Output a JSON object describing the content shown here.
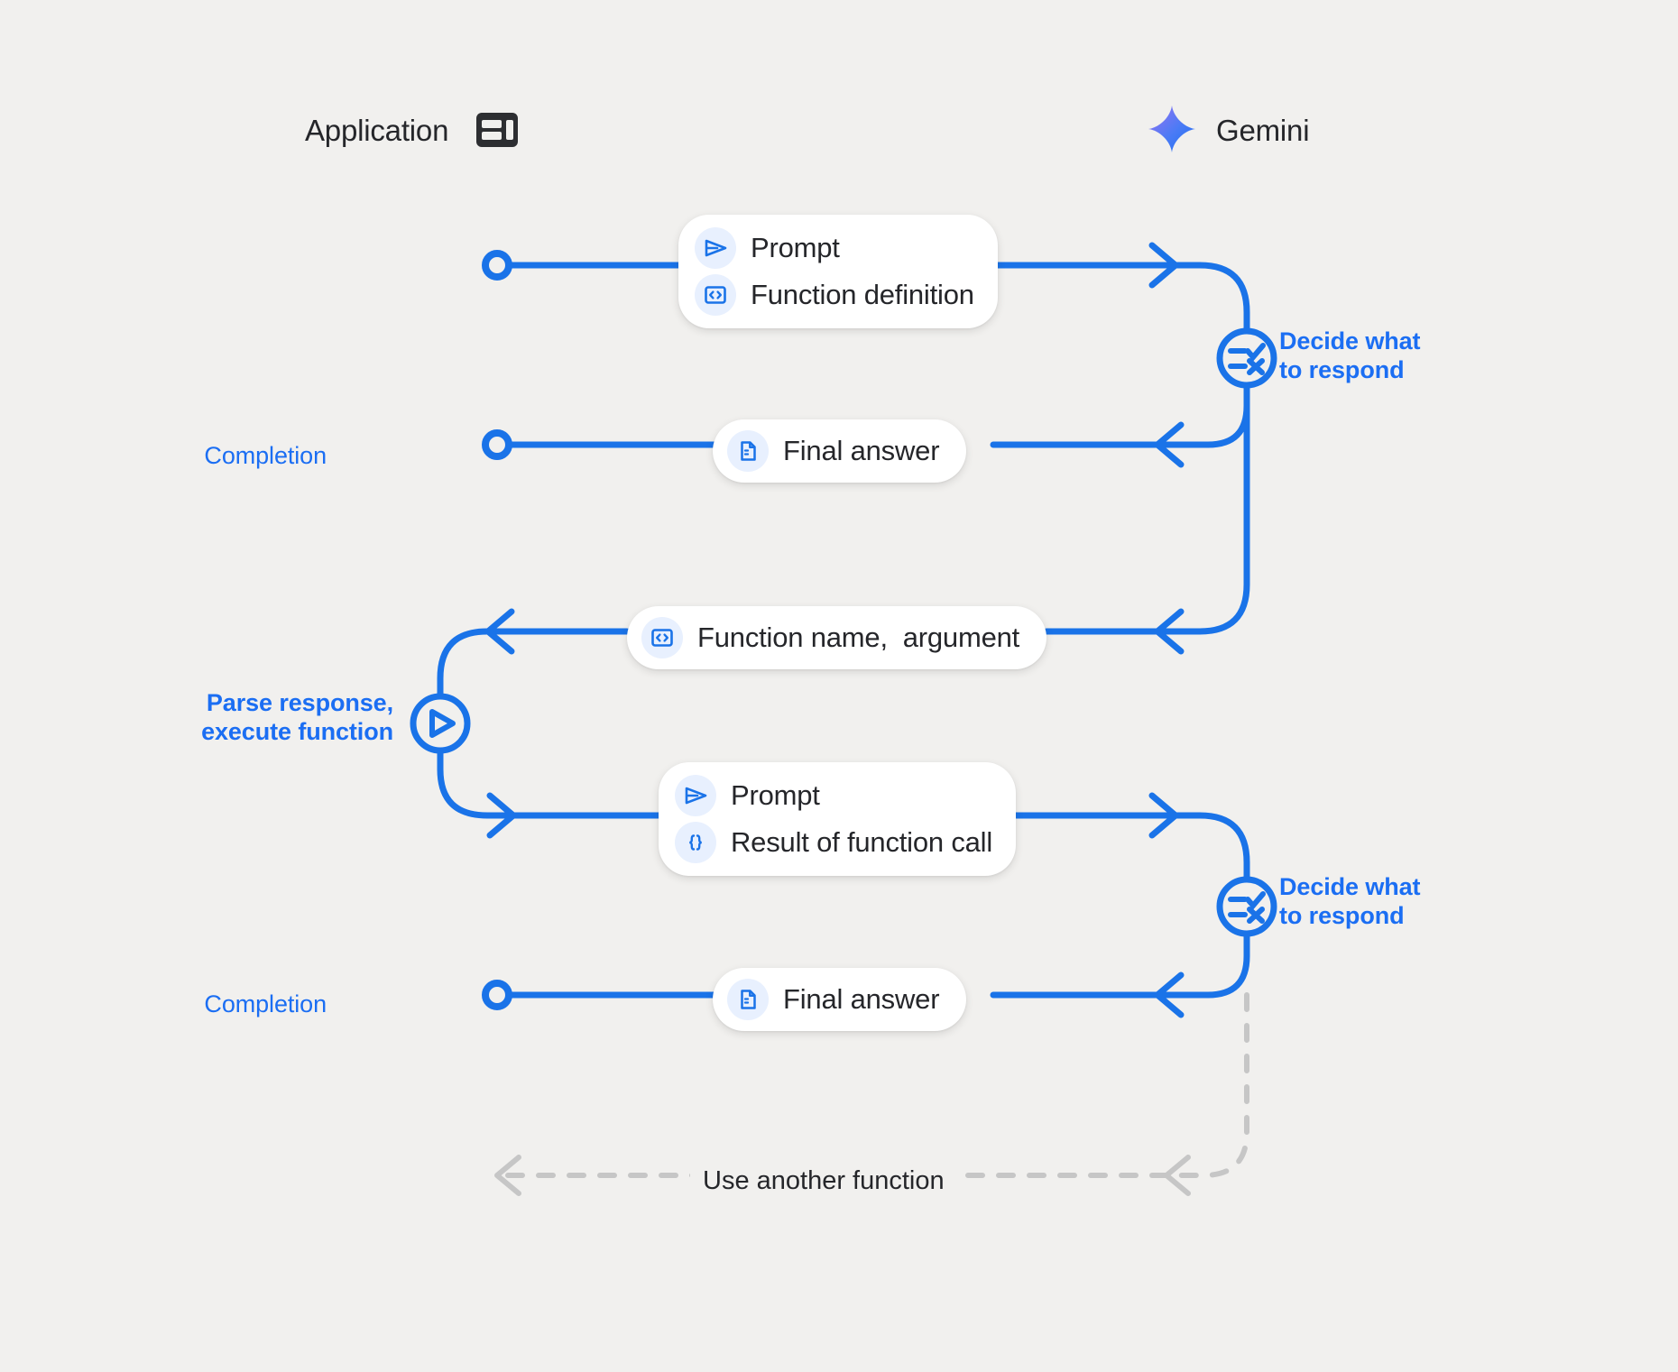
{
  "theme": {
    "background": "#f1f0ee",
    "accent_blue": "#1b6ef3",
    "line_blue": "#1a73e8",
    "lifeline_gray": "#c6c6c6",
    "text_dark": "#25262a",
    "icon_badge_bg": "#e8f0fe",
    "gemini_gradient_from": "#9b72f2",
    "gemini_gradient_to": "#1b6ef3"
  },
  "actors": {
    "left": {
      "label": "Application",
      "icon": "app-window-icon"
    },
    "right": {
      "label": "Gemini",
      "icon": "gemini-sparkle-icon"
    }
  },
  "messages": [
    {
      "id": "prompt-function-definition",
      "direction": "left-to-right",
      "rows": [
        {
          "icon": "send-arrow-icon",
          "text": "Prompt"
        },
        {
          "icon": "code-brackets-icon",
          "text": "Function definition"
        }
      ]
    },
    {
      "id": "final-answer-1",
      "direction": "right-to-left",
      "rows": [
        {
          "icon": "document-icon",
          "text": "Final answer"
        }
      ]
    },
    {
      "id": "function-name-argument",
      "direction": "right-to-left",
      "rows": [
        {
          "icon": "code-brackets-icon",
          "text": "Function name,  argument"
        }
      ]
    },
    {
      "id": "prompt-result-of-function-call",
      "direction": "left-to-right",
      "rows": [
        {
          "icon": "send-arrow-icon",
          "text": "Prompt"
        },
        {
          "icon": "curly-braces-icon",
          "text": "Result of function call"
        }
      ]
    },
    {
      "id": "final-answer-2",
      "direction": "right-to-left",
      "rows": [
        {
          "icon": "document-icon",
          "text": "Final answer"
        }
      ]
    }
  ],
  "annotations": {
    "decide_1": "Decide what\nto respond",
    "decide_2": "Decide what\nto respond",
    "parse": "Parse response,\nexecute function",
    "completion_1": "Completion",
    "completion_2": "Completion",
    "loop": "Use another function"
  },
  "nodes": [
    {
      "id": "decision-1",
      "icon": "decision-check-x-icon",
      "label": "Decide what to respond"
    },
    {
      "id": "execute-function",
      "icon": "play-triangle-icon",
      "label": "Parse response, execute function"
    },
    {
      "id": "decision-2",
      "icon": "decision-check-x-icon",
      "label": "Decide what to respond"
    }
  ]
}
